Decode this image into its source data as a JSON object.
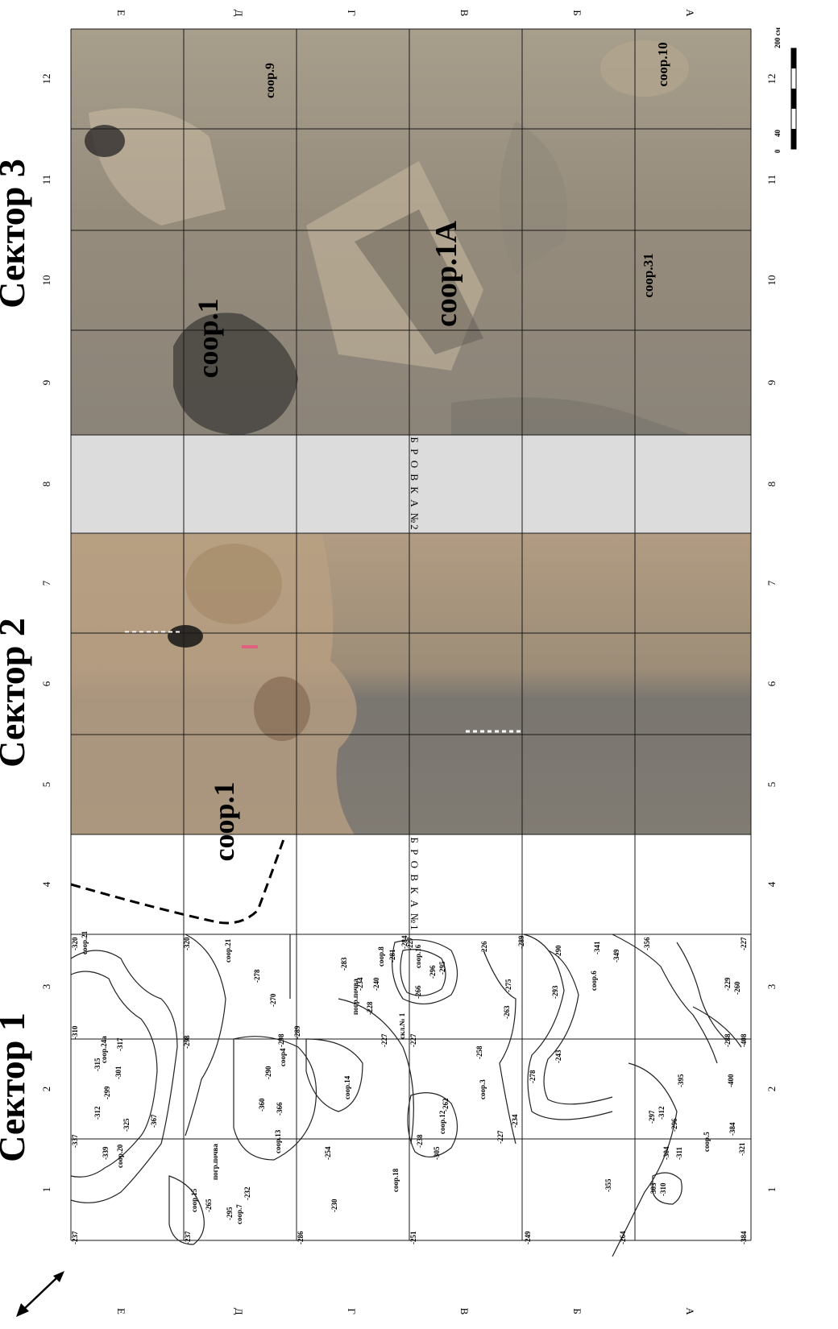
{
  "sectors": [
    {
      "id": "sector-3",
      "title": "Сектор 3"
    },
    {
      "id": "sector-2",
      "title": "Сектор 2"
    },
    {
      "id": "sector-1",
      "title": "Сектор 1"
    }
  ],
  "features": {
    "s3_soor1": "соор.1",
    "s3_soor1a": "соор.1А",
    "s3_soor9": "соор.9",
    "s3_soor10": "соор.10",
    "s3_soor31": "соор.31",
    "s2_soor1": "соор.1"
  },
  "balks": {
    "balk1": "Б Р О В К А №1",
    "balk2": "Б Р О В К А №2"
  },
  "grid": {
    "rows": [
      "Е",
      "Д",
      "Г",
      "В",
      "Б",
      "А"
    ],
    "columns": [
      "1",
      "2",
      "3",
      "4",
      "5",
      "6",
      "7",
      "8",
      "9",
      "10",
      "11",
      "12"
    ]
  },
  "scale": {
    "label": "200 см",
    "ticks": [
      "0",
      "40"
    ]
  },
  "sector1_labels": {
    "soor21a": "соор.21",
    "soor21b": "соор.21",
    "soor24a": "соор.24а",
    "soor20": "соор.20",
    "soor15": "соор.15",
    "soor7": "соор.7",
    "soor13": "соор.13",
    "soor4": "соор4",
    "soor14": "соор.14",
    "soor8": "соор.8",
    "soor16": "соор.16",
    "soor18": "соор.18",
    "soor12": "соор.12",
    "soor3": "соор.3",
    "soor6": "соор.6",
    "soor5": "соор.5",
    "pogr1": "погр.почва",
    "pogr2": "погр.почва",
    "skl": "скл.№ 1"
  },
  "elevations": [
    "-237",
    "-337",
    "-310",
    "-320",
    "-320",
    "-298",
    "-339",
    "-315",
    "-312",
    "-299",
    "-301",
    "-317",
    "-325",
    "-367",
    "-360",
    "-366",
    "-290",
    "-298",
    "-289",
    "-278",
    "-270",
    "-283",
    "-234",
    "-228",
    "-240",
    "-227",
    "-284",
    "-281",
    "-266",
    "-296",
    "-295",
    "-226",
    "-289",
    "-237",
    "-232",
    "-295",
    "-265",
    "-254",
    "-230",
    "-286",
    "-251",
    "-227",
    "-238",
    "-305",
    "-262",
    "-258",
    "-227",
    "-234",
    "-249",
    "-278",
    "-243",
    "-263",
    "-275",
    "-293",
    "-290",
    "-341",
    "-349",
    "-356",
    "-227",
    "-229",
    "-260",
    "-288",
    "-408",
    "-400",
    "-384",
    "-321",
    "-312",
    "-297",
    "-395",
    "-304",
    "-311",
    "-296",
    "-303",
    "-310",
    "-355",
    "-264",
    "-384",
    "-227"
  ]
}
